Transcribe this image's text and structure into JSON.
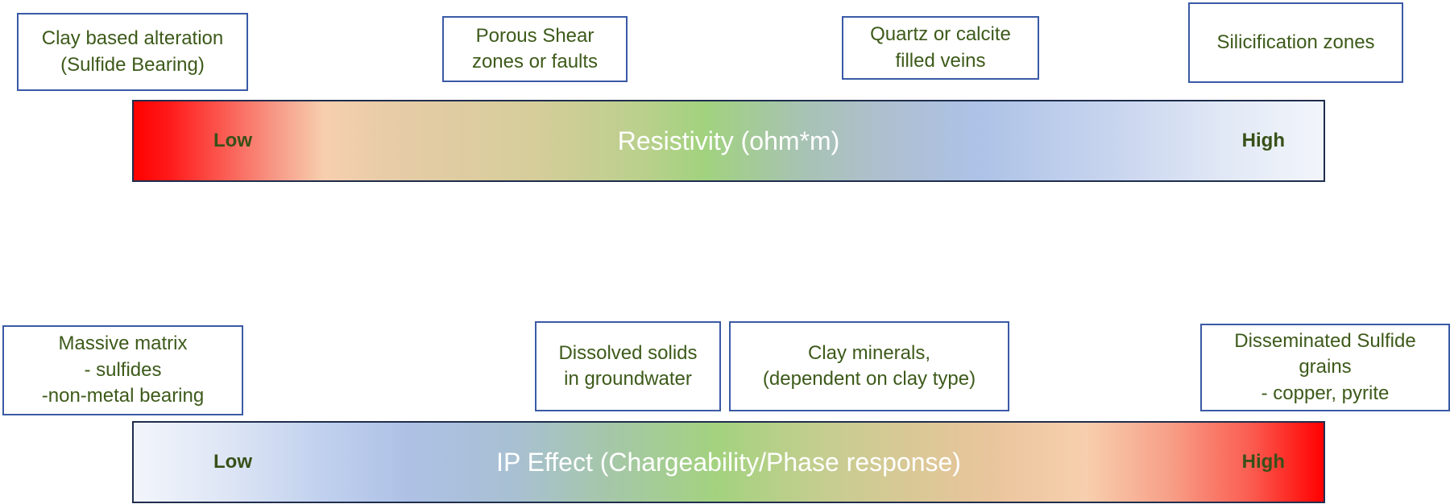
{
  "resistivity": {
    "title": "Resistivity (ohm*m)",
    "low_label": "Low",
    "high_label": "High",
    "labels": [
      [
        "Clay based alteration",
        "(Sulfide Bearing)"
      ],
      [
        "Porous Shear",
        "zones or faults"
      ],
      [
        "Quartz or calcite",
        "filled veins"
      ],
      [
        "Silicification zones"
      ]
    ],
    "gradient_colors": [
      "#ff0000",
      "#f7cfae",
      "#a1d27e",
      "#adc2e7",
      "#f2f5fb"
    ]
  },
  "ip_effect": {
    "title": "IP Effect (Chargeability/Phase response)",
    "low_label": "Low",
    "high_label": "High",
    "labels": [
      [
        "Massive matrix",
        "- sulfides",
        "-non-metal bearing"
      ],
      [
        "Dissolved solids",
        "in groundwater"
      ],
      [
        "Clay minerals,",
        "(dependent on clay type)"
      ],
      [
        "Disseminated Sulfide",
        "grains",
        "- copper, pyrite"
      ]
    ],
    "gradient_colors": [
      "#f2f5fb",
      "#aec1e5",
      "#a3d27f",
      "#f7cfae",
      "#ff0000"
    ]
  },
  "colors": {
    "label_text": "#3d5a1a",
    "box_border": "#3a5aa6",
    "bar_border": "#1f2d4d"
  }
}
